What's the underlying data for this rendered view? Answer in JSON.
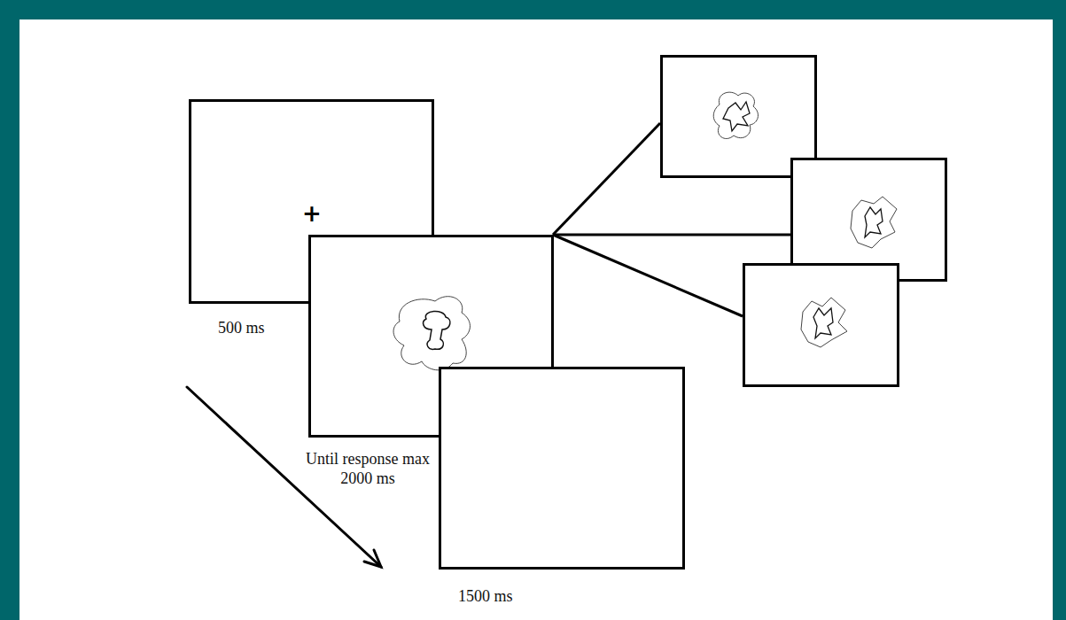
{
  "diagram": {
    "nodes": [
      {
        "text": [
          "+",
          "500 ms"
        ]
      },
      {
        "text": [
          "Until response max 2000 ms"
        ]
      },
      {
        "text": [
          "1500 ms"
        ]
      }
    ]
  }
}
